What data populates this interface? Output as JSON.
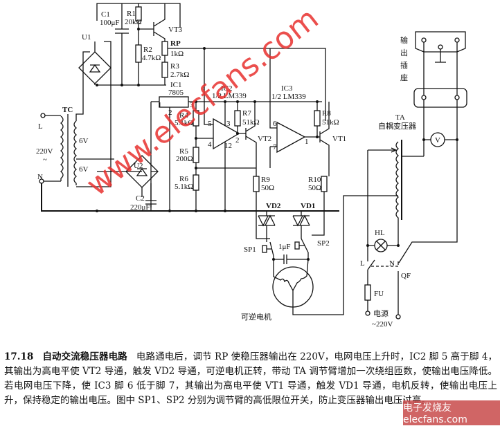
{
  "diagram": {
    "labels": {
      "L_in": "L",
      "N_in": "N",
      "TC": "TC",
      "v220": "220V",
      "tilde": "~",
      "v6a": "6V",
      "v6b": "6V",
      "U1": "U1",
      "U2": "U2",
      "C1": "C1",
      "C1v": "100μF",
      "R1": "R1",
      "R1v": "20kΩ",
      "R2": "R2",
      "R2v": "4.7kΩ",
      "VT3": "VT3",
      "RP": "RP",
      "RPv": "1kΩ",
      "R3": "R3",
      "R3v": "2.7kΩ",
      "IC1": "IC1",
      "IC1v": "7805",
      "pin1": "1",
      "pin2": "2",
      "pin3": "3",
      "C2": "C2",
      "C2v": "220μF",
      "R4": "R4",
      "R4v": "5.1kΩ",
      "R5": "R5",
      "R5v": "200Ω",
      "R6": "R6",
      "R6v": "5.1kΩ",
      "IC2": "IC2",
      "IC2v": "1/2 LM339",
      "IC3": "IC3",
      "IC3v": "1/2 LM339",
      "p5": "5",
      "p4": "4",
      "p3": "3",
      "p12": "12",
      "p2": "2",
      "p6": "6",
      "p7": "7",
      "p1": "1",
      "R7": "R7",
      "R7v": "51kΩ",
      "R8": "R8",
      "R8v": "51kΩ",
      "VT2": "VT2",
      "VT1": "VT1",
      "R9": "R9",
      "R9v": "50Ω",
      "R10": "R10",
      "R10v": "50Ω",
      "VD2": "VD2",
      "VD1": "VD1",
      "SP1": "SP1",
      "SP2": "SP2",
      "cap": "1μF",
      "motor": "可逆电机",
      "out1": "输",
      "out2": "出",
      "out3": "插",
      "out4": "座",
      "TA": "TA",
      "TAv": "自耦变压器",
      "V": "V",
      "HL": "HL",
      "L_out": "L",
      "N_out": "N",
      "QF": "QF",
      "FU": "FU",
      "power": "电源",
      "power_v": "~220V"
    },
    "watermark": "www.elecfans.com"
  },
  "caption": {
    "number": "17.18",
    "title": "自动交流稳压器电路",
    "body": "电路通电后，调节 RP 使稳压器输出在 220V，电网电压上升时，IC2 脚 5 高于脚 4，其输出为高电平使 VT2 导通，触发 VD2 导通，可逆电机正转，带动 TA 调节臂增加一次绕组匝数，使输出电压降低。若电网电压下降，使 IC3 脚 6 低于脚 7，其输出为高电平使 VT1 导通，触发 VD1 导通，电机反转，使输出电压上升，保持稳定的输出电压。图中 SP1、SP2 分别为调节臂的高低限位开关，防止变压器输出电压过高。"
  },
  "stamp": "电子发烧友 elecfans.com"
}
